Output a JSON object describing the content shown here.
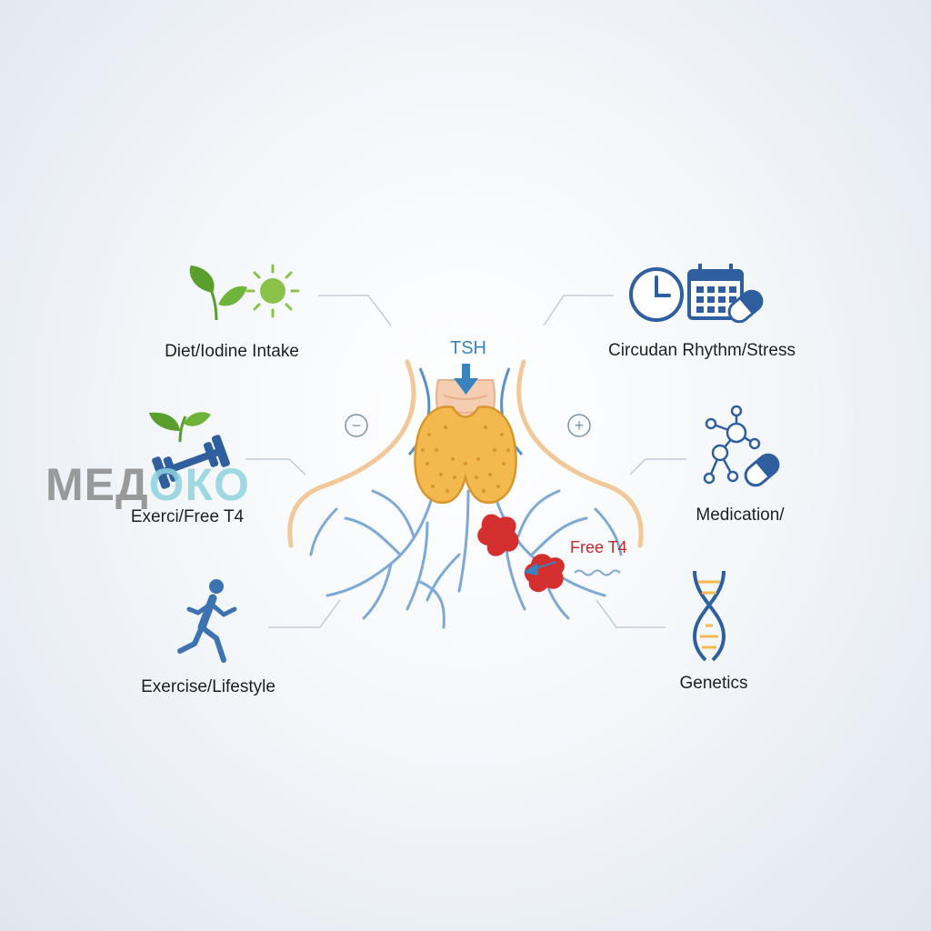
{
  "factors": {
    "diet": "Diet/Iodine Intake",
    "circadian": "Circudan Rhythm/Stress",
    "exercise_t4": "Exerci/Free T4",
    "medication": "Medication/",
    "lifestyle": "Exercise/Lifestyle",
    "genetics": "Genetics"
  },
  "center": {
    "tsh": "TSH",
    "free_t4": "Free T4",
    "minus": "−",
    "plus": "+"
  },
  "watermark": {
    "part1": "МЕД",
    "part2": "ОКО"
  },
  "icons": {
    "diet": [
      "leaf-icon",
      "sun-icon"
    ],
    "circadian": [
      "clock-icon",
      "calendar-icon",
      "pill-icon"
    ],
    "exercise_t4": [
      "leaf-icon",
      "dumbbell-icon"
    ],
    "medication": [
      "molecule-icon",
      "pill-icon"
    ],
    "lifestyle": [
      "runner-icon"
    ],
    "genetics": [
      "dna-icon"
    ]
  },
  "colors": {
    "icon_blue": "#2f5f9e",
    "leaf_green": "#5a9e2e",
    "sun_green": "#8bc34a",
    "thyroid": "#f3b94e",
    "vessels": "#7ea9d6",
    "hormone_red": "#d32f2f",
    "tsh_blue": "#3a82c0",
    "neck": "#f2c89a"
  }
}
